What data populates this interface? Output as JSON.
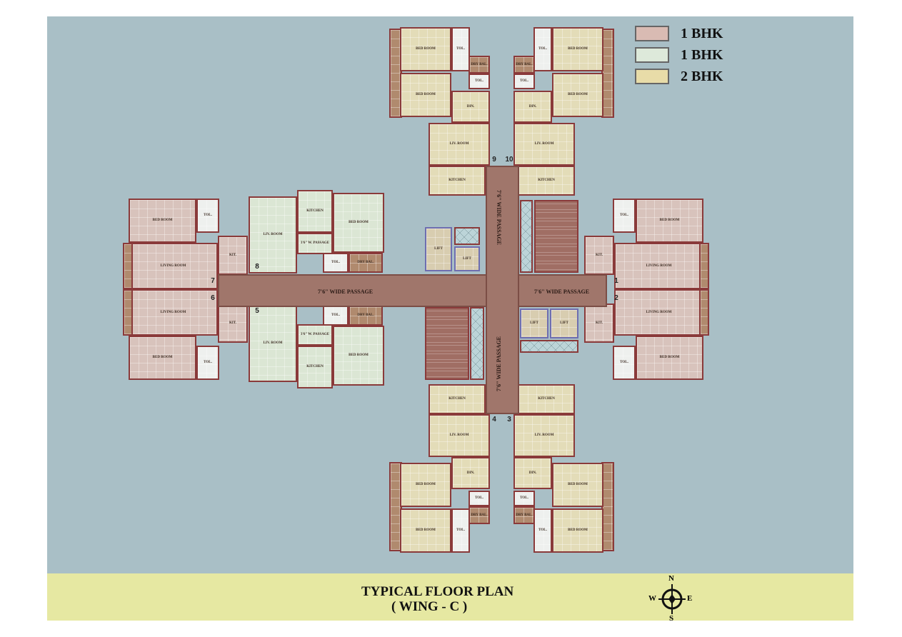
{
  "legend": [
    {
      "label": "1 BHK",
      "color": "#d9bbb3"
    },
    {
      "label": "1 BHK",
      "color": "#dde9da"
    },
    {
      "label": "2 BHK",
      "color": "#e8dca8"
    }
  ],
  "title": "TYPICAL FLOOR PLAN",
  "subtitle": "( WING - C )",
  "compass": {
    "n": "N",
    "e": "E",
    "s": "S",
    "w": "W"
  },
  "passages": {
    "label": "7'6\" WIDE PASSAGE"
  },
  "flat_numbers": [
    "1",
    "2",
    "3",
    "4",
    "5",
    "6",
    "7",
    "8",
    "9",
    "10"
  ],
  "rooms": {
    "bed_room": "BED ROOM",
    "living_room": "LIVING ROOM",
    "liv_room": "LIV. ROOM",
    "kitchen": "KITCHEN",
    "kit": "KIT.",
    "toilet": "TOL.",
    "dry_bal": "DRY BAL.",
    "din": "DIN.",
    "lift": "LIFT",
    "passage_small": "3'6\" W. PASSAGE"
  }
}
